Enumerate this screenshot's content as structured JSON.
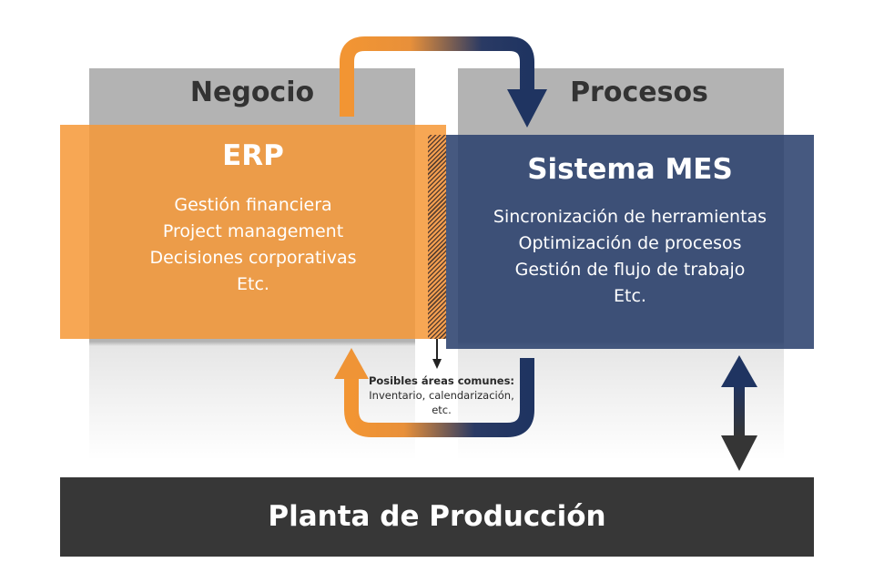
{
  "panels": {
    "negocio": {
      "title": "Negocio"
    },
    "procesos": {
      "title": "Procesos"
    }
  },
  "erp": {
    "title": "ERP",
    "items": [
      "Gestión financiera",
      "Project management",
      "Decisiones corporativas",
      "Etc."
    ]
  },
  "mes": {
    "title": "Sistema MES",
    "items": [
      "Sincronización de herramientas",
      "Optimización de procesos",
      "Gestión de flujo de trabajo",
      "Etc."
    ]
  },
  "common_areas": {
    "bold": "Posibles áreas comunes:",
    "text": " Inventario, calendarización, etc."
  },
  "plant": {
    "title": "Planta de Producción"
  },
  "colors": {
    "orange": "#f6983a",
    "navy": "#1f3461",
    "dark": "#373737",
    "gray": "#b3b3b3"
  }
}
